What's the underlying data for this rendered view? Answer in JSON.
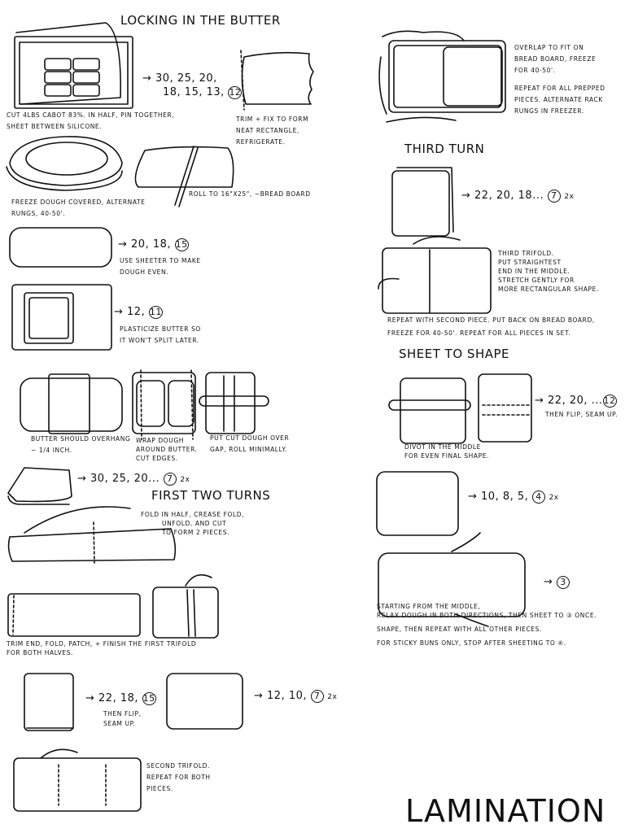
{
  "title": "LAMINATION",
  "sections": {
    "locking": "LOCKING IN THE BUTTER",
    "first_two": "FIRST TWO TURNS",
    "third": "THIRD TURN",
    "sheet": "SHEET TO SHAPE"
  },
  "steps": {
    "s1_seq_a": "→ 30, 25, 20,",
    "s1_seq_b": "18, 15, 13,",
    "s1_seq_c": "12",
    "s1_note_a": "Cut 4lbs Cabot 83%. In half, pin together,",
    "s1_note_b": "sheet between silicone.",
    "s2_note_a": "Trim + fix to form",
    "s2_note_b": "neat rectangle,",
    "s2_note_c": "refrigerate.",
    "s3_note_a": "Freeze dough covered, alternate",
    "s3_note_b": "rungs, 40-50'.",
    "s4_note": "Roll to 16\"x25\", ~bread board",
    "s5_seq": "→ 20, 18,",
    "s5_seq_c": "15",
    "s5_note_a": "Use sheeter to make",
    "s5_note_b": "dough even.",
    "s6_seq": "→ 12,",
    "s6_seq_c": "11",
    "s6_note_a": "Plasticize butter so",
    "s6_note_b": "it won't split later.",
    "s7_note_a": "Butter should overhang",
    "s7_note_b": "~ 1/4 inch.",
    "s8_note_a": "Wrap dough",
    "s8_note_b": "around butter.",
    "s8_note_c": "Cut edges.",
    "s9_note_a": "Put cut dough over",
    "s9_note_b": "gap, roll minimally.",
    "s10_seq": "→ 30, 25, 20...",
    "s10_seq_c": "7",
    "s10_rep": "2x",
    "s11_note_a": "Fold in half, crease fold,",
    "s11_note_b": "unfold, and cut",
    "s11_note_c": "to form 2 pieces.",
    "s12_note_a": "Trim end, fold, patch, + finish the first trifold",
    "s12_note_b": "for both halves.",
    "s13_seq": "→ 22, 18,",
    "s13_seq_c": "15",
    "s13_note_a": "Then flip,",
    "s13_note_b": "seam up.",
    "s14_seq": "→ 12, 10,",
    "s14_seq_c": "7",
    "s14_rep": "2x",
    "s15_note_a": "Second trifold.",
    "s15_note_b": "Repeat for both",
    "s15_note_c": "pieces.",
    "r1_note_a": "Overlap to fit on",
    "r1_note_b": "bread board, freeze",
    "r1_note_c": "for 40-50'.",
    "r1_note_d": "Repeat for all prepped",
    "r1_note_e": "pieces. Alternate rack",
    "r1_note_f": "rungs in freezer.",
    "r2_seq": "→ 22, 20, 18...",
    "r2_seq_c": "7",
    "r2_rep": "2x",
    "r3_note_a": "Third trifold.",
    "r3_note_b": "Put straightest",
    "r3_note_c": "end in the middle.",
    "r3_note_d": "Stretch gently for",
    "r3_note_e": "more rectangular shape.",
    "r4_note_a": "Repeat with second piece. Put back on bread board,",
    "r4_note_b": "freeze for 40-50'. Repeat for all pieces in set.",
    "r5_seq": "→ 22, 20, ...",
    "r5_seq_c": "12",
    "r5_note": "Then flip, seam up.",
    "r5_divot_a": "Divot in the middle",
    "r5_divot_b": "for even final shape.",
    "r6_seq": "→ 10, 8, 5,",
    "r6_seq_c": "4",
    "r6_rep": "2x",
    "r7_seq": "→",
    "r7_seq_c": "3",
    "r7_note_a": "Starting from the middle,",
    "r7_note_b": "relax dough in both directions, then sheet to ③ once.",
    "r7_note_c": "Shape, then repeat with all other pieces.",
    "r7_note_d": "For sticky buns only, stop after sheeting to ④."
  }
}
